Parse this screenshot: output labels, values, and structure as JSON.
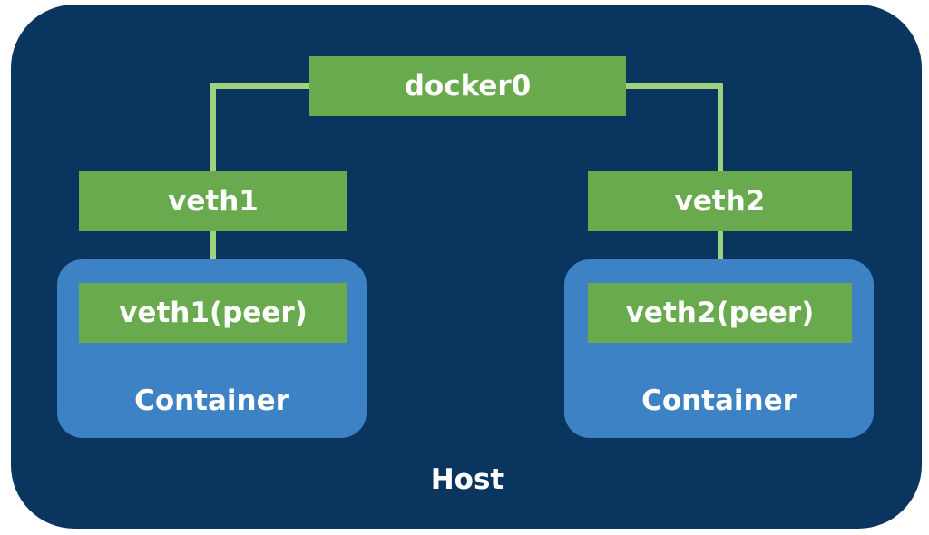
{
  "colors": {
    "host_bg": "#0a355f",
    "container_bg": "#3e82c6",
    "interface_bg": "#6aaa4e",
    "link_line": "#9fd17f",
    "text": "#ffffff"
  },
  "host": {
    "label": "Host"
  },
  "bridge": {
    "label": "docker0"
  },
  "veths": [
    {
      "label": "veth1",
      "peer_label": "veth1(peer)",
      "container_label": "Container"
    },
    {
      "label": "veth2",
      "peer_label": "veth2(peer)",
      "container_label": "Container"
    }
  ]
}
